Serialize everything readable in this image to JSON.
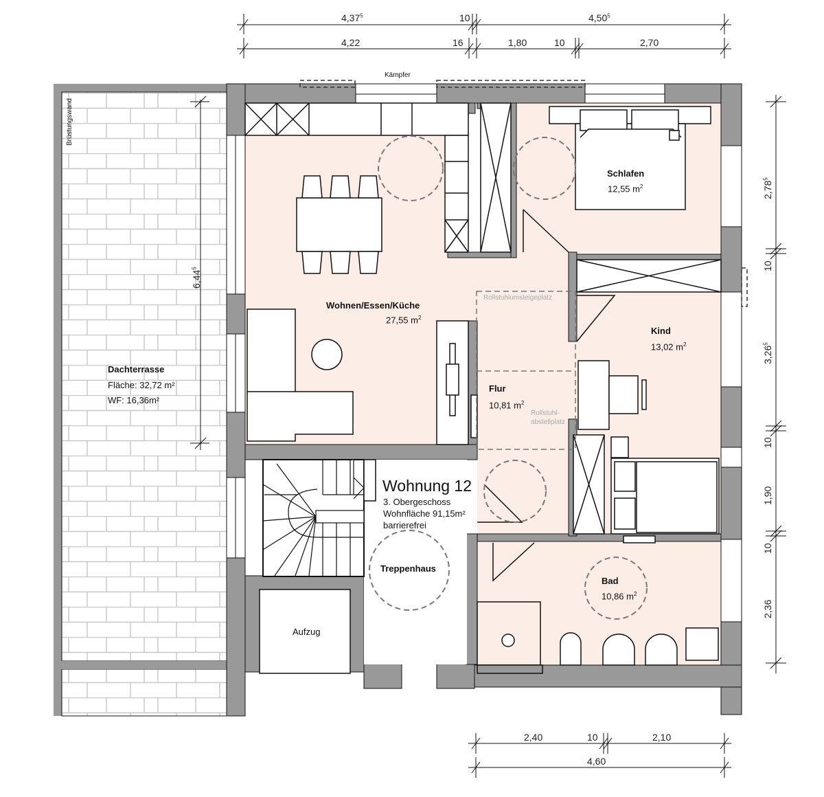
{
  "plan": {
    "title": "Wohnung 12",
    "floor": "3. Obergeschoss",
    "living_area": "Wohnfläche 91,15m²",
    "accessibility": "barrierefrei"
  },
  "colors": {
    "wall": "#999999",
    "room_fill": "#fcede6",
    "line": "#111111",
    "ghost_text": "#a9a9a9",
    "tile_line": "#c8c8c8"
  },
  "rooms": {
    "wohnen": {
      "name": "Wohnen/Essen/Küche",
      "area": "27,55 m",
      "unit_sup": "2"
    },
    "schlafen": {
      "name": "Schlafen",
      "area": "12,55 m",
      "unit_sup": "2"
    },
    "kind": {
      "name": "Kind",
      "area": "13,02 m",
      "unit_sup": "2"
    },
    "flur": {
      "name": "Flur",
      "area": "10,81 m",
      "unit_sup": "2"
    },
    "bad": {
      "name": "Bad",
      "area": "10,86 m",
      "unit_sup": "2"
    },
    "treppenhaus": {
      "name": "Treppenhaus"
    },
    "aufzug": {
      "name": "Aufzug"
    },
    "dachterrasse": {
      "name": "Dachterrasse",
      "area": "Fläche: 32,72 m²",
      "wf": "WF: 16,36m²"
    }
  },
  "annotations": {
    "kaempfer": "Kämpfer",
    "bruestungswand": "Brüstungswand",
    "rollstuhl_umsteige": "Rollstuhlumsteigeplatz",
    "rollstuhl_abstell_1": "Rollstuhl-",
    "rollstuhl_abstell_2": "abstellplatz"
  },
  "dimensions": {
    "top_row1": [
      {
        "value": "4,37",
        "sup": "5"
      },
      {
        "value": "10"
      },
      {
        "value": "4,50",
        "sup": "5"
      }
    ],
    "top_row2": [
      {
        "value": "4,22"
      },
      {
        "value": "16"
      },
      {
        "value": "1,80"
      },
      {
        "value": "10"
      },
      {
        "value": "2,70"
      }
    ],
    "right": [
      {
        "value": "2,78",
        "sup": "5"
      },
      {
        "value": "10"
      },
      {
        "value": "3,26",
        "sup": "5"
      },
      {
        "value": "10"
      },
      {
        "value": "1,90"
      },
      {
        "value": "10"
      },
      {
        "value": "2,36"
      }
    ],
    "bottom_row1": [
      {
        "value": "2,40"
      },
      {
        "value": "10"
      },
      {
        "value": "2,10"
      }
    ],
    "bottom_row2": [
      {
        "value": "4,60"
      }
    ],
    "terrace": {
      "value": "6,44",
      "sup": "5"
    }
  }
}
